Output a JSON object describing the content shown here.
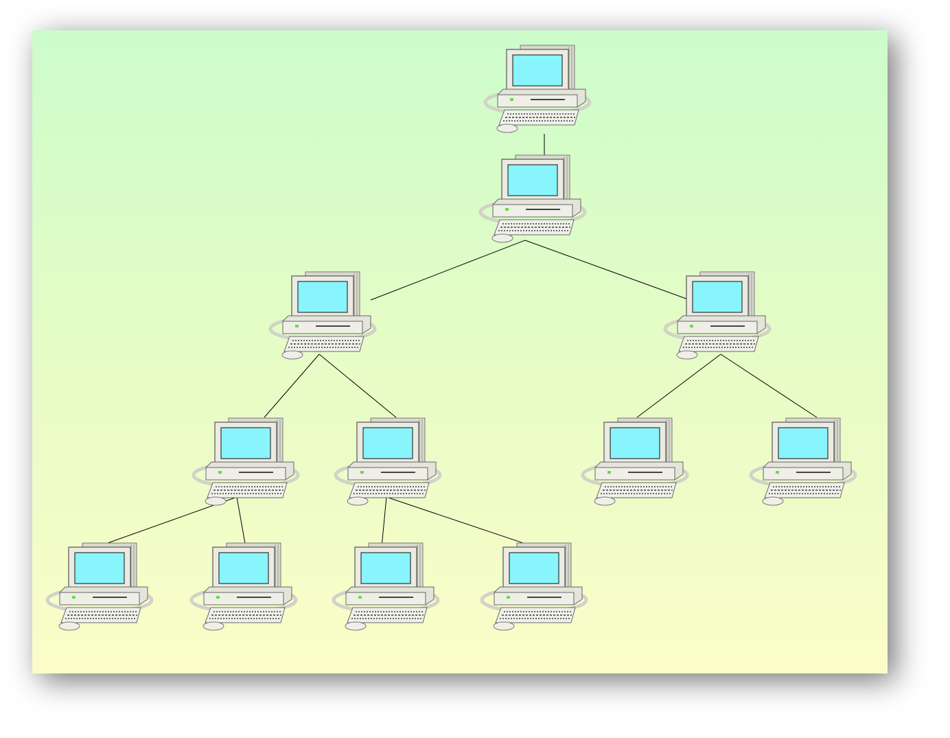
{
  "diagram": {
    "type": "tree-network-topology",
    "colors": {
      "background_top": "#ccfcca",
      "background_bottom": "#fbfdc8",
      "screen": "#88f4fb",
      "computer_body": "#ebebe3",
      "link": "#000000"
    },
    "nodes": [
      {
        "id": "n1",
        "icon": "desktop-computer-icon",
        "level": 0
      },
      {
        "id": "n2",
        "icon": "desktop-computer-icon",
        "level": 1
      },
      {
        "id": "n3",
        "icon": "desktop-computer-icon",
        "level": 2
      },
      {
        "id": "n4",
        "icon": "desktop-computer-icon",
        "level": 2
      },
      {
        "id": "n5",
        "icon": "desktop-computer-icon",
        "level": 3
      },
      {
        "id": "n6",
        "icon": "desktop-computer-icon",
        "level": 3
      },
      {
        "id": "n7",
        "icon": "desktop-computer-icon",
        "level": 3
      },
      {
        "id": "n8",
        "icon": "desktop-computer-icon",
        "level": 3
      },
      {
        "id": "n9",
        "icon": "desktop-computer-icon",
        "level": 4
      },
      {
        "id": "n10",
        "icon": "desktop-computer-icon",
        "level": 4
      },
      {
        "id": "n11",
        "icon": "desktop-computer-icon",
        "level": 4
      },
      {
        "id": "n12",
        "icon": "desktop-computer-icon",
        "level": 4
      }
    ],
    "edges": [
      [
        "n1",
        "n2"
      ],
      [
        "n2",
        "n3"
      ],
      [
        "n2",
        "n4"
      ],
      [
        "n3",
        "n5"
      ],
      [
        "n3",
        "n6"
      ],
      [
        "n4",
        "n7"
      ],
      [
        "n4",
        "n8"
      ],
      [
        "n5",
        "n9"
      ],
      [
        "n5",
        "n10"
      ],
      [
        "n6",
        "n11"
      ],
      [
        "n6",
        "n12"
      ]
    ]
  }
}
